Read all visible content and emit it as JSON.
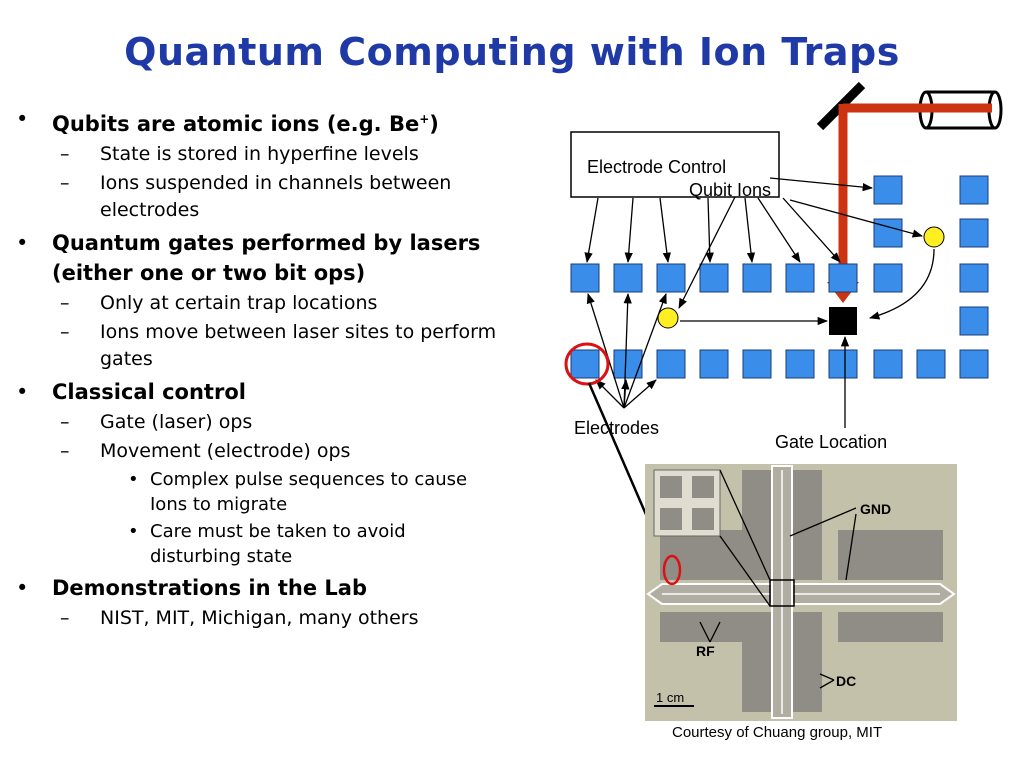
{
  "slide": {
    "title": "Quantum Computing with Ion Traps",
    "bullet_marker": "•",
    "dash_marker": "–",
    "sub_bullet_marker": "•",
    "bullets": [
      {
        "text": "Qubits are atomic ions (e.g. Be",
        "sup": "+",
        "text_after": ")"
      },
      {
        "text": "State is stored in hyperfine levels"
      },
      {
        "text": "Ions suspended in channels between electrodes"
      },
      {
        "text": "Quantum gates performed by lasers (either one or two bit ops)"
      },
      {
        "text": "Only at certain trap locations"
      },
      {
        "text": "Ions move between laser sites to perform gates"
      },
      {
        "text": "Classical control"
      },
      {
        "text": "Gate (laser) ops"
      },
      {
        "text": "Movement (electrode) ops"
      },
      {
        "text": "Complex pulse sequences to cause Ions to migrate"
      },
      {
        "text": "Care must be taken to avoid disturbing state"
      },
      {
        "text": "Demonstrations in the Lab"
      },
      {
        "text": "NIST, MIT, Michigan, many others"
      }
    ]
  },
  "diagram": {
    "electrode_control_label": "Electrode Control",
    "qubit_ions_label": "Qubit Ions",
    "electrodes_label": "Electrodes",
    "gate_location_label": "Gate Location",
    "gnd_label": "GND",
    "rf_label": "RF",
    "dc_label": "DC",
    "scale_label": "1 cm",
    "colors": {
      "electrode": "#3a8de8",
      "ion": "#ffee22",
      "laser": "#cc3311",
      "highlight": "#dd1111",
      "photo_bg": "#c4c1aa"
    }
  },
  "credit": "Courtesy of Chuang group, MIT"
}
